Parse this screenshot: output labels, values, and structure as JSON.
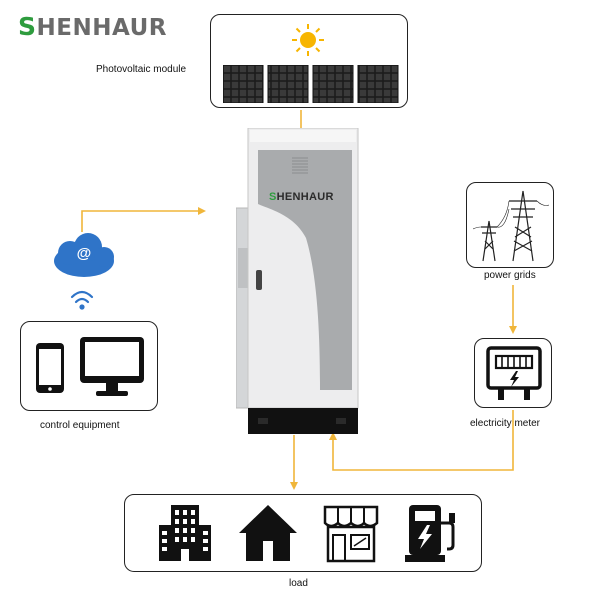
{
  "brand": {
    "logo_initial": "S",
    "logo_rest": "HENHAUR"
  },
  "cabinet": {
    "brand_initial": "S",
    "brand_rest": "HENHAUR"
  },
  "nodes": {
    "pv": {
      "label": "Photovoltaic module"
    },
    "grid": {
      "label": "power grids"
    },
    "meter": {
      "label": "electricity meter"
    },
    "control": {
      "label": "control equipment"
    },
    "cloud": {
      "symbol": "@"
    },
    "load": {
      "label": "load"
    }
  },
  "icons": {
    "sun": "sun-icon",
    "solar_panel": "solar-panel-icon",
    "cloud": "cloud-icon",
    "wifi": "wifi-icon",
    "phone": "smartphone-icon",
    "monitor": "monitor-icon",
    "tower": "power-tower-icon",
    "meter": "electricity-meter-icon",
    "building": "office-building-icon",
    "house": "house-icon",
    "shop": "shop-icon",
    "charger": "ev-charger-icon"
  },
  "colors": {
    "connector": "#f0b63a",
    "sun": "#f7b500",
    "logo_accent": "#2e9c3e",
    "logo_text": "#6a6a6a",
    "cloud": "#2f74c8",
    "wifi": "#2f74c8"
  }
}
